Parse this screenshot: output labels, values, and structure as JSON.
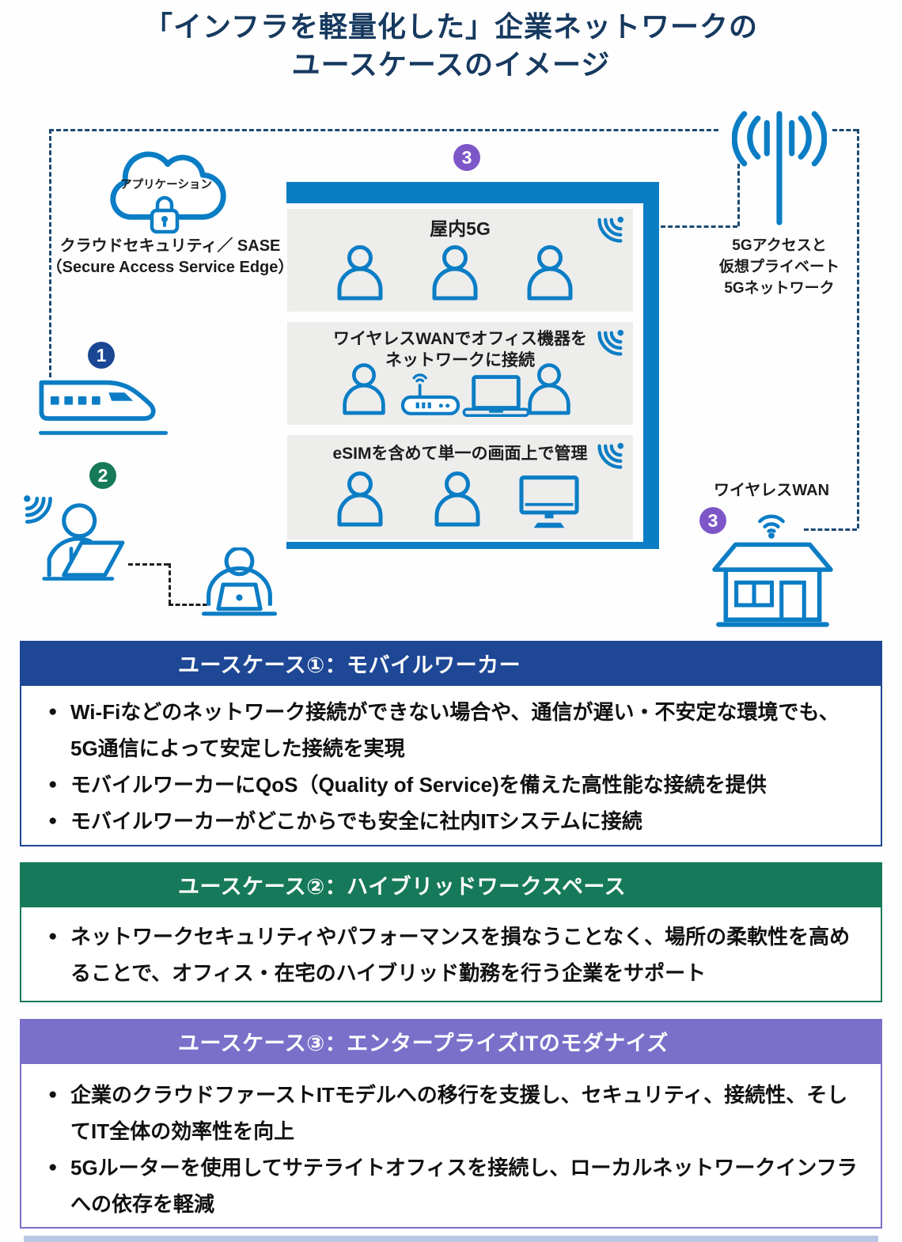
{
  "bullet_char": "●",
  "colors": {
    "icon_blue": "#0b7dc5",
    "title_navy": "#16395f",
    "usecase1_navy": "#1e4795",
    "usecase2_green": "#16795a",
    "usecase3_purple": "#7a6fc9",
    "badge1_navy": "#1b4693",
    "badge2_green": "#16795a",
    "badge3_purple": "#7d57c8",
    "dashed_line_navy": "#1c4a74",
    "panel_gray": "#ededec",
    "bottom_strip_blue": "#b9c7e2"
  },
  "title": {
    "line1": "「インフラを軽量化した」企業ネットワークの",
    "line2": "ユースケースのイメージ"
  },
  "diagram": {
    "cloud": {
      "label": "アプリケーション",
      "caption_line1": "クラウドセキュリティ／ SASE",
      "caption_line2": "（Secure Access Service Edge）"
    },
    "badges": {
      "one": "1",
      "two": "2",
      "three": "3"
    },
    "panels": {
      "indoor5g": {
        "title": "屋内5G"
      },
      "wwan": {
        "title_line1": "ワイヤレスWANでオフィス機器を",
        "title_line2": "ネットワークに接続"
      },
      "esim": {
        "title": "eSIMを含めて単一の画面上で管理"
      }
    },
    "antenna": {
      "caption_line1": "5Gアクセスと",
      "caption_line2": "仮想プライベート",
      "caption_line3": "5Gネットワーク"
    },
    "house": {
      "caption": "ワイヤレスWAN"
    }
  },
  "use_cases": [
    {
      "header": "ユースケース①：モバイルワーカー",
      "bullets": [
        "Wi-Fiなどのネットワーク接続ができない場合や、通信が遅い・不安定な環境でも、5G通信によって安定した接続を実現",
        "モバイルワーカーにQoS（Quality of Service)を備えた高性能な接続を提供",
        "モバイルワーカーがどこからでも安全に社内ITシステムに接続"
      ]
    },
    {
      "header": "ユースケース②：ハイブリッドワークスペース",
      "bullets": [
        "ネットワークセキュリティやパフォーマンスを損なうことなく、場所の柔軟性を高めることで、オフィス・在宅のハイブリッド勤務を行う企業をサポート"
      ]
    },
    {
      "header": "ユースケース③：エンタープライズITのモダナイズ",
      "bullets": [
        "企業のクラウドファーストITモデルへの移行を支援し、セキュリティ、接続性、そしてIT全体の効率性を向上",
        "5Gルーターを使用してサテライトオフィスを接続し、ローカルネットワークインフラへの依存を軽減"
      ]
    }
  ]
}
